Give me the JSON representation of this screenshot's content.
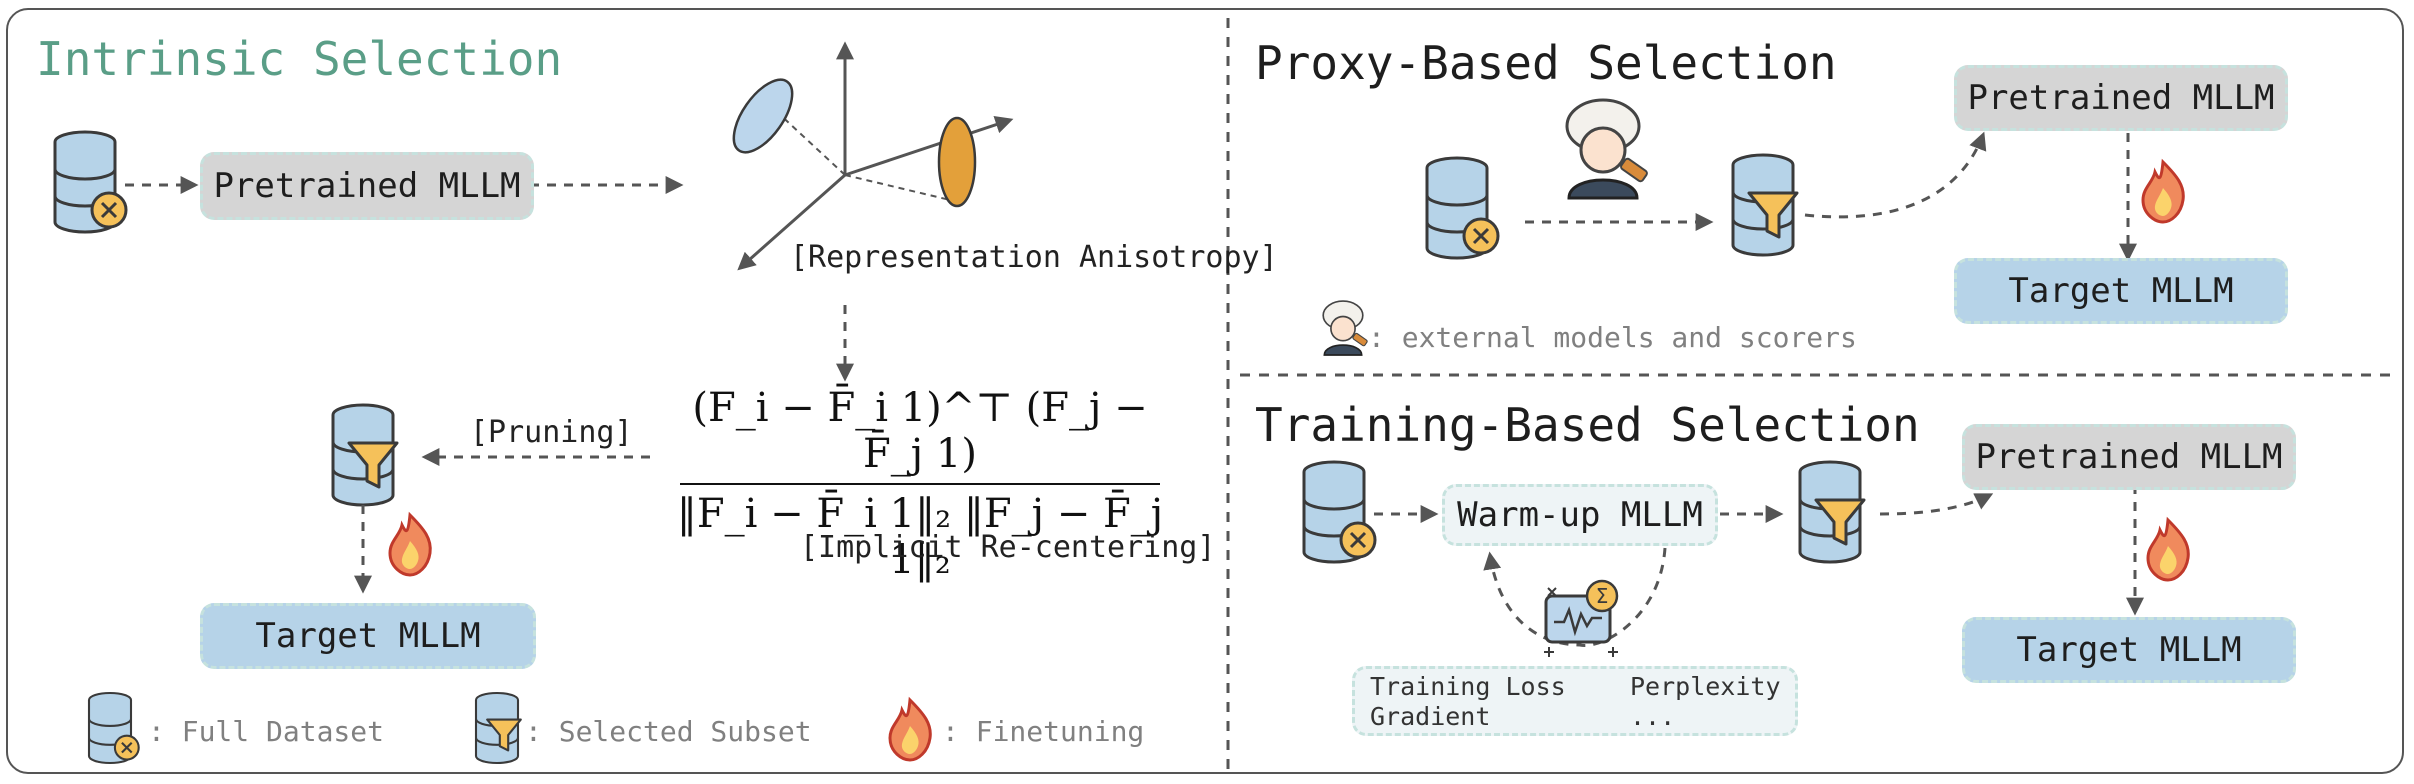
{
  "intrinsic": {
    "title": "Intrinsic Selection",
    "pretrained": "Pretrained MLLM",
    "anisotropy": "[Representation Anisotropy]",
    "pruning": "[Pruning]",
    "recentering": "[Implicit Re-centering]",
    "formula_num": "(F_i − F̄_i 1)^⊤ (F_j − F̄_j 1)",
    "formula_den": "‖F_i − F̄_i 1‖₂ ‖F_j − F̄_j 1‖₂",
    "target": "Target MLLM"
  },
  "legend": {
    "full": ": Full Dataset",
    "subset": ": Selected Subset",
    "finetune": ": Finetuning"
  },
  "proxy": {
    "title": "Proxy-Based Selection",
    "pretrained": "Pretrained MLLM",
    "target": "Target MLLM",
    "note": ": external models and scorers"
  },
  "training": {
    "title": "Training-Based Selection",
    "warmup": "Warm-up MLLM",
    "pretrained": "Pretrained MLLM",
    "target": "Target MLLM",
    "metrics": [
      "Training Loss",
      "Perplexity",
      "Gradient",
      "..."
    ]
  },
  "colors": {
    "green_title": "#5a9e87",
    "gray_box": "#d5d5d5",
    "blue_box": "#b6d3e8",
    "db_fill": "#b6d3e8",
    "badge": "#f5c15a",
    "ellipse_blue": "#bcd6ec",
    "ellipse_orange": "#e3a03a"
  },
  "icons": [
    "database-icon",
    "filter-database-icon",
    "flame-icon",
    "judge-icon",
    "monitor-icon",
    "sigma-icon"
  ]
}
